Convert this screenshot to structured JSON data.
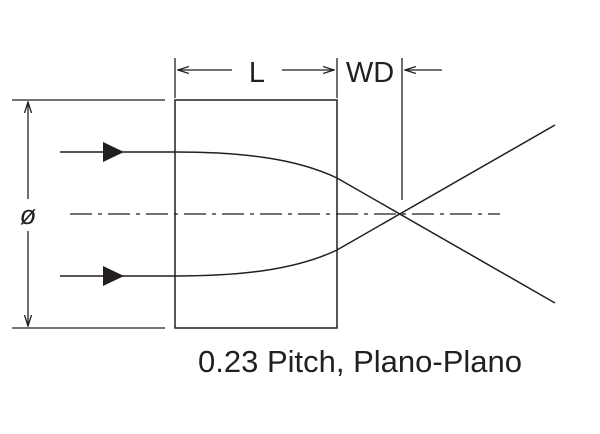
{
  "labels": {
    "length": "L",
    "working_distance": "WD",
    "diameter": "ø",
    "caption": "0.23 Pitch, Plano-Plano"
  }
}
